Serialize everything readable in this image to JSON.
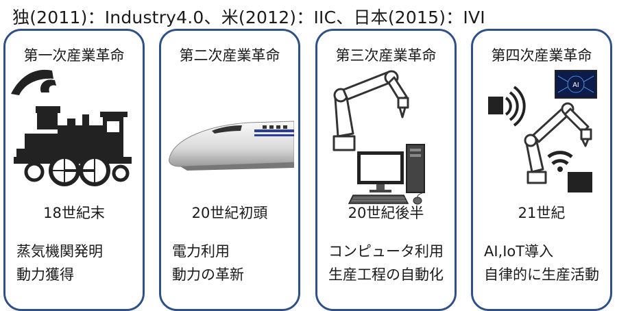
{
  "header": "独(2011)：Industry4.0、米(2012)：IIC、日本(2015)：IVI",
  "cards": [
    {
      "title": "第一次産業革命",
      "era": "18世紀末",
      "desc": [
        "蒸気機関発明",
        "動力獲得"
      ]
    },
    {
      "title": "第二次産業革命",
      "era": "20世紀初頭",
      "desc": [
        "電力利用",
        "動力の革新"
      ]
    },
    {
      "title": "第三次産業革命",
      "era": "20世紀後半",
      "desc": [
        "コンピュータ利用",
        "生産工程の自動化"
      ]
    },
    {
      "title": "第四次産業革命",
      "era": "21世紀",
      "desc": [
        "AI,IoT導入",
        "自律的に生産活動"
      ]
    }
  ],
  "ai_screen_label": "AI",
  "colors": {
    "border": "#2f4f8a",
    "dark": "#222222",
    "robot": "#ffffff"
  }
}
